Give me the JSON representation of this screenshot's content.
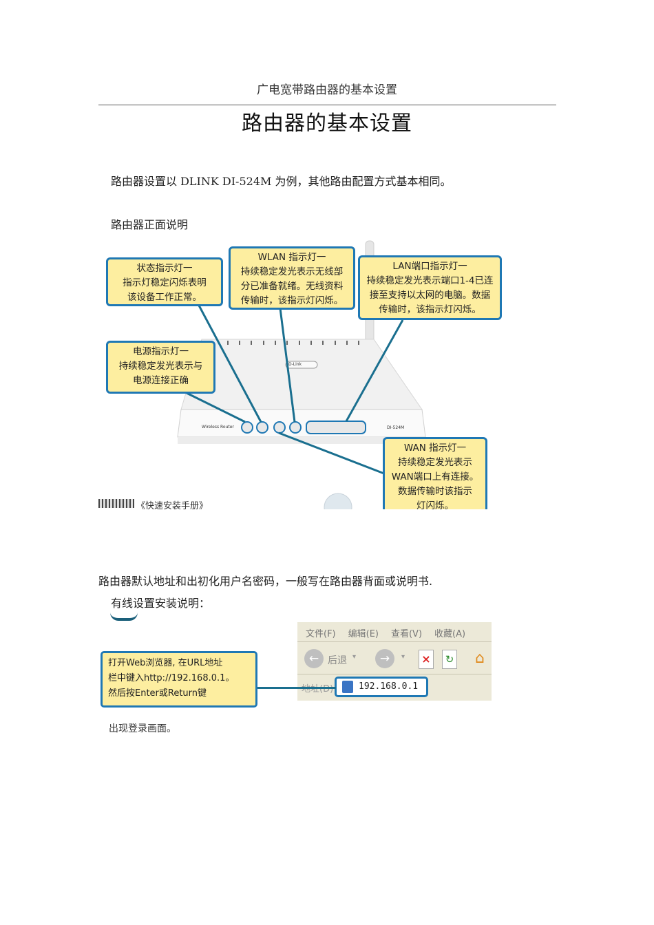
{
  "header": {
    "running_title": "广电宽带路由器的基本设置"
  },
  "title": "路由器的基本设置",
  "paragraphs": {
    "intro": "路由器设置以 DLINK   DI-524M 为例，其他路由配置方式基本相同。",
    "front_panel": "路由器正面说明",
    "default_address": "路由器默认地址和出初化用户名密码，一般写在路由器背面或说明书.",
    "wired_setup": "有线设置安装说明：",
    "login_screen": "出现登录画面。"
  },
  "router_figure": {
    "callouts": {
      "status": "状态指示灯一\n指示灯稳定闪烁表明\n该设备工作正常。",
      "wlan": "WLAN 指示灯一\n持续稳定发光表示无线部\n分已准备就绪。无线资料\n传输时，该指示灯闪烁。",
      "lan": "LAN端口指示灯一\n持续稳定发光表示端口1-4已连\n接至支持以太网的电脑。数据\n传输时，该指示灯闪烁。",
      "power": "电源指示灯一\n持续稳定发光表示与\n电源连接正确",
      "wan": "WAN 指示灯一\n持续稳定发光表示\nWAN端口上有连接。\n数据传输时该指示\n灯闪烁。"
    },
    "router_label": "Wireless Router",
    "model_label": "DI-524M",
    "brand_label": "D-Link",
    "caption": "《快速安装手册》"
  },
  "browser_figure": {
    "menu": [
      "文件(F)",
      "编辑(E)",
      "查看(V)",
      "收藏(A)"
    ],
    "back_label": "后退",
    "address_label": "地址(D)",
    "address_value": "192.168.0.1",
    "callout": "打开Web浏览器, 在URL地址\n栏中键入http://192.168.0.1。\n然后按Enter或Return键"
  },
  "colors": {
    "callout_fill": "#fdeea0",
    "callout_border": "#1f78b4",
    "leader_line": "#1a6f8f"
  }
}
